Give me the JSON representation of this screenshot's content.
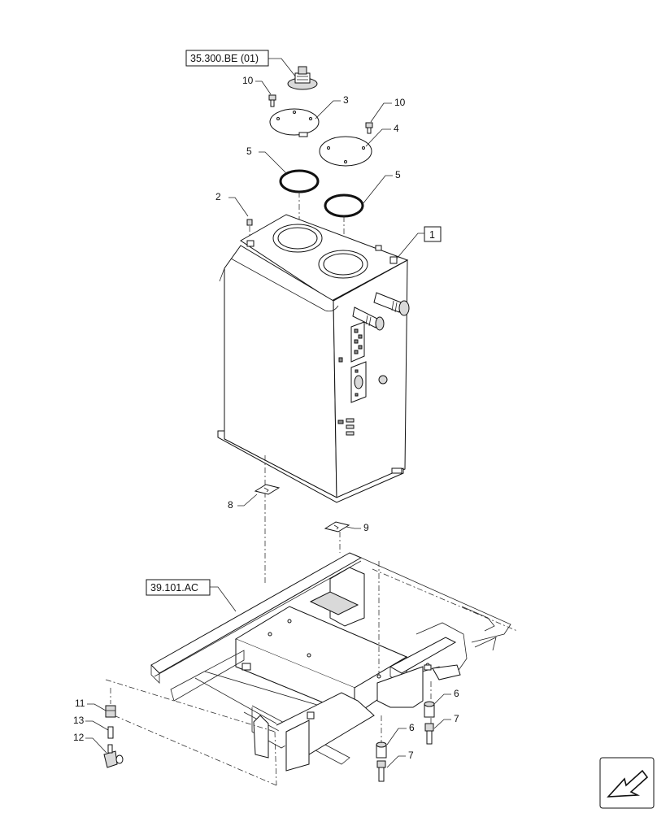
{
  "references": {
    "cap_ref": "35.300.BE (01)",
    "frame_ref": "39.101.AC",
    "tank_ref": "1"
  },
  "callouts": {
    "c2": "2",
    "c3": "3",
    "c4": "4",
    "c5a": "5",
    "c5b": "5",
    "c6a": "6",
    "c6b": "6",
    "c7a": "7",
    "c7b": "7",
    "c8": "8",
    "c9": "9",
    "c10a": "10",
    "c10b": "10",
    "c11": "11",
    "c12": "12",
    "c13": "13"
  },
  "icons": {
    "nav": "arrow-next-icon"
  }
}
